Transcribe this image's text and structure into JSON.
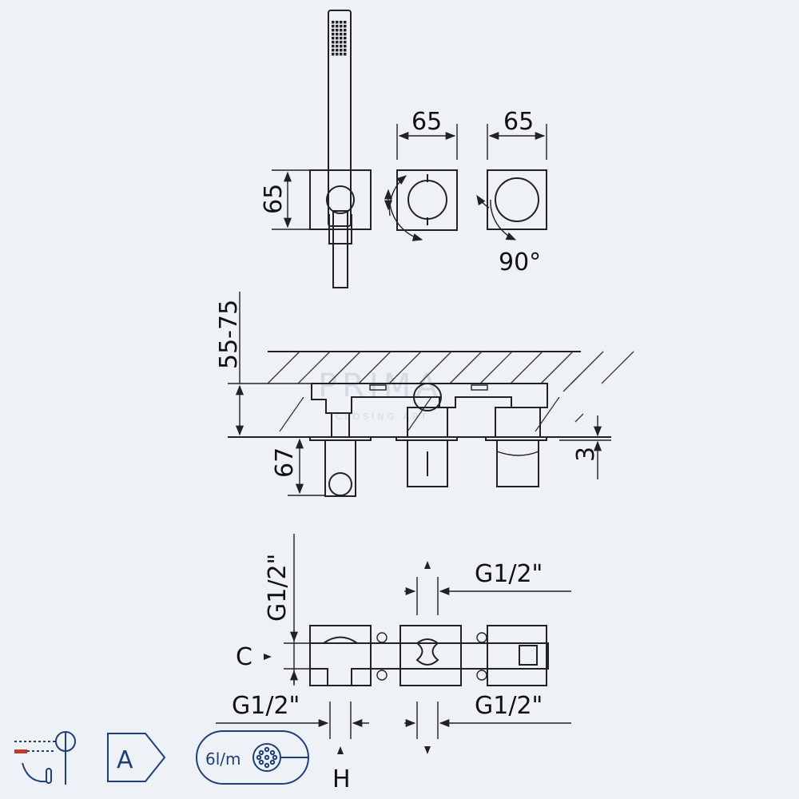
{
  "watermark": {
    "brand": "PRIMA",
    "tagline": "CLOSING ART"
  },
  "top_view": {
    "handshower_plate_height": "65",
    "diverter_width": "65",
    "valve_width": "65",
    "rotation_angle": "90°"
  },
  "side_view": {
    "wall_depth_range": "55-75",
    "projection": "67",
    "plate_thickness": "3"
  },
  "plan_view": {
    "connection_vertical": "G1/2\"",
    "connection_top_right": "G1/2\"",
    "connection_bottom_left": "G1/2\"",
    "connection_bottom_right": "G1/2\"",
    "label_c": "C",
    "label_h": "H"
  },
  "badges": {
    "energy_class": "A",
    "flow_rate": "6l/m"
  },
  "colors": {
    "background": "#eef2f7",
    "line": "#222222",
    "badge_blue": "#1f3f7a"
  }
}
